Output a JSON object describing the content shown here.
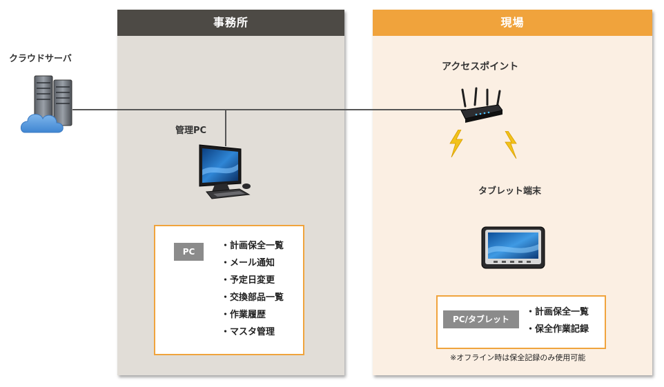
{
  "office": {
    "title": "事務所",
    "pc_label": "管理PC",
    "box": {
      "tag": "PC",
      "items": [
        "計画保全一覧",
        "メール通知",
        "予定日変更",
        "交換部品一覧",
        "作業履歴",
        "マスタ管理"
      ]
    }
  },
  "site": {
    "title": "現場",
    "ap_label": "アクセスポイント",
    "tablet_label": "タブレット端末",
    "box": {
      "tag": "PC/タブレット",
      "items": [
        "計画保全一覧",
        "保全作業記録"
      ]
    },
    "note": "※オフライン時は保全記録のみ使用可能"
  },
  "cloud_server_label": "クラウドサーバ",
  "colors": {
    "office_header": "#4d4a45",
    "office_bg": "#e1ddd7",
    "site_header": "#f0a33c",
    "site_bg": "#fbefe3",
    "box_border": "#f0a33c",
    "tag_bg": "#8b8b8b"
  },
  "icons": [
    "server-cloud-icon",
    "monitor-icon",
    "router-icon",
    "lightning-icon",
    "tablet-icon"
  ]
}
